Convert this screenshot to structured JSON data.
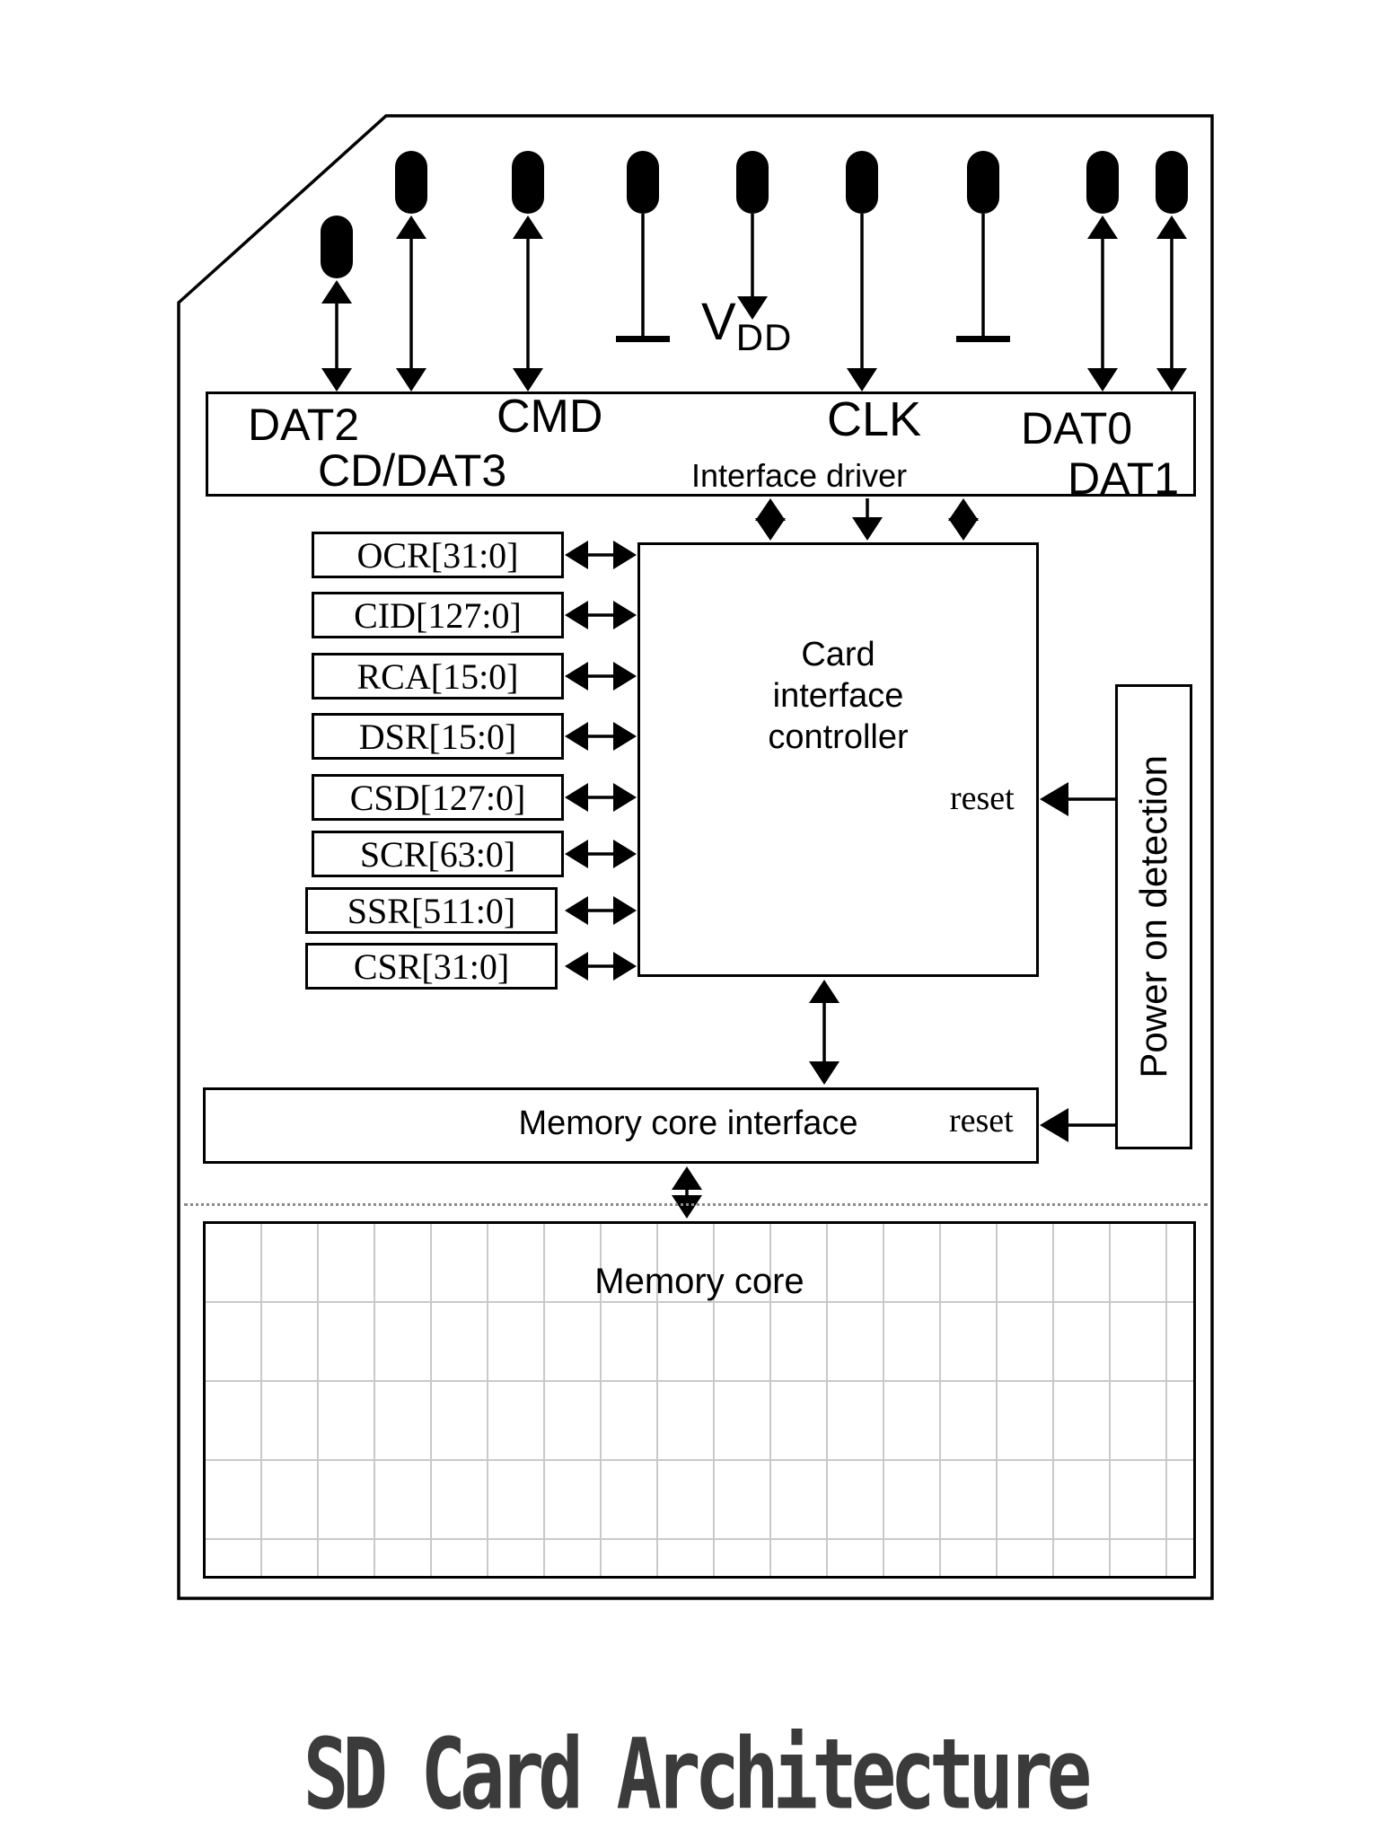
{
  "title": "SD Card Architecture",
  "colors": {
    "ink": "#000000",
    "title_text": "#3b3b3b",
    "grid_line": "#c9c9c9",
    "background": "#ffffff"
  },
  "pins": {
    "dat2": "DAT2",
    "cd_dat3": "CD/DAT3",
    "cmd": "CMD",
    "clk": "CLK",
    "dat0": "DAT0",
    "dat1": "DAT1",
    "vdd_base": "V",
    "vdd_subscript": "DD"
  },
  "interface_driver_label": "Interface driver",
  "registers": [
    {
      "label": "OCR[31:0]"
    },
    {
      "label": "CID[127:0]"
    },
    {
      "label": "RCA[15:0]"
    },
    {
      "label": "DSR[15:0]"
    },
    {
      "label": "CSD[127:0]"
    },
    {
      "label": "SCR[63:0]"
    },
    {
      "label": "SSR[511:0]"
    },
    {
      "label": "CSR[31:0]"
    }
  ],
  "controller": {
    "lines": [
      "Card",
      "interface",
      "controller"
    ],
    "reset_label": "reset"
  },
  "power_on_detection_label": "Power on detection",
  "memory_core_interface": {
    "label": "Memory core interface",
    "reset_label": "reset"
  },
  "memory_core_label": "Memory core",
  "icons": {
    "pin-contact": "rounded-capsule",
    "ground": "horizontal-bar-terminal",
    "bidirectional-arrow": "triangle-heads-both-ends",
    "directional-arrow": "triangle-head-one-end"
  }
}
